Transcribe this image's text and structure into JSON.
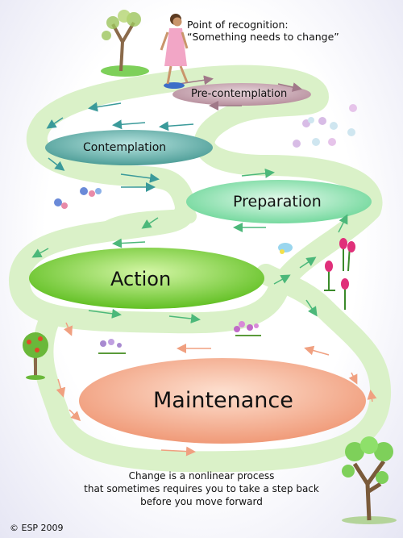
{
  "recognition": {
    "line1": "Point of recognition:",
    "line2": "“Something needs to change”"
  },
  "stages": {
    "precontemplation": "Pre-contemplation",
    "contemplation": "Contemplation",
    "preparation": "Preparation",
    "action": "Action",
    "maintenance": "Maintenance"
  },
  "caption": {
    "line1": "Change is a nonlinear process",
    "line2": "that sometimes requires you to take a step back",
    "line3": "before you move forward"
  },
  "copyright": "©  ESP  2009",
  "colors": {
    "path": "#d8f0c4",
    "arrow_teal": "#3a9a9a",
    "arrow_green": "#4cb87a",
    "arrow_salmon": "#f0a080",
    "precontemplation": "#c9a8b4",
    "contemplation": "#72b8b2",
    "preparation": "#9ee4b4",
    "action": "#8ad648",
    "maintenance": "#f6b496"
  }
}
